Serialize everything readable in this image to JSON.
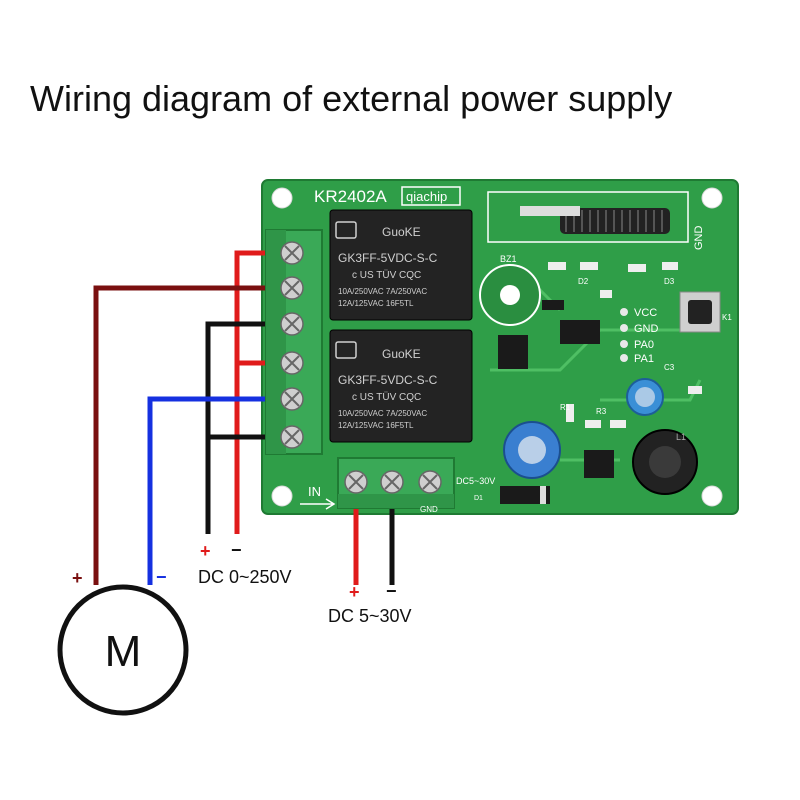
{
  "title": "Wiring diagram of external power supply",
  "board": {
    "model": "KR2402A",
    "brand": "qiachip",
    "antenna_gnd": "GND",
    "pins": [
      "VCC",
      "GND",
      "PA0",
      "PA1"
    ],
    "components": [
      "BZ1",
      "D1",
      "D2",
      "D3",
      "R1",
      "R3",
      "C3",
      "L1",
      "K1"
    ],
    "input_marker": "IN",
    "input_pins": [
      "DC5~30V",
      "GND"
    ]
  },
  "relays": [
    {
      "brand": "GuoKE",
      "part": "GK3FF-5VDC-S-C",
      "cert": "c US  TÜV  CQC",
      "rating_1": "10A/250VAC  7A/250VAC",
      "rating_2": "12A/125VAC   16F5TL"
    },
    {
      "brand": "GuoKE",
      "part": "GK3FF-5VDC-S-C",
      "cert": "c US  TÜV  CQC",
      "rating_1": "10A/250VAC  7A/250VAC",
      "rating_2": "12A/125VAC   16F5TL"
    }
  ],
  "load_supply": {
    "plus": "+",
    "minus": "−",
    "label": "DC 0~250V"
  },
  "board_supply": {
    "plus": "+",
    "minus": "−",
    "label": "DC 5~30V"
  },
  "motor": {
    "label": "M",
    "plus": "+",
    "minus": "−"
  },
  "colors": {
    "pcb": "#2f9e48",
    "pcb_dark": "#1f7a33",
    "terminal": "#3aa957",
    "relay": "#222222",
    "wire_red": "#e01b1b",
    "wire_black": "#111111",
    "wire_blue": "#1530e0",
    "wire_darkred": "#7a1010"
  }
}
